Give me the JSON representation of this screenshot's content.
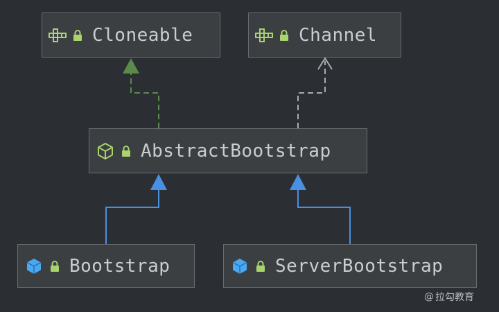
{
  "diagram": {
    "nodes": {
      "cloneable": {
        "label": "Cloneable",
        "kind": "interface",
        "icon": "interface-icon"
      },
      "channel": {
        "label": "Channel",
        "kind": "interface",
        "icon": "interface-icon"
      },
      "abstract_bootstrap": {
        "label": "AbstractBootstrap",
        "kind": "abstract-class",
        "icon": "abstract-class-icon"
      },
      "bootstrap": {
        "label": "Bootstrap",
        "kind": "class",
        "icon": "class-icon"
      },
      "server_bootstrap": {
        "label": "ServerBootstrap",
        "kind": "class",
        "icon": "class-icon"
      }
    },
    "edges": [
      {
        "from": "abstract_bootstrap",
        "to": "cloneable",
        "type": "implements"
      },
      {
        "from": "abstract_bootstrap",
        "to": "channel",
        "type": "implements"
      },
      {
        "from": "bootstrap",
        "to": "abstract_bootstrap",
        "type": "extends"
      },
      {
        "from": "server_bootstrap",
        "to": "abstract_bootstrap",
        "type": "extends"
      }
    ]
  },
  "colors": {
    "background": "#2b2f33",
    "node_fill": "#3c3f41",
    "node_border": "#6a6d70",
    "text": "#c9ccd1",
    "interface_icon": "#a9d36f",
    "lock_icon": "#a9d36f",
    "class_icon": "#4aa8f0",
    "extends_arrow": "#4a90e2",
    "implements_arrow_green": "#5b8a4b",
    "implements_arrow_gray": "#a9abad"
  },
  "watermark": {
    "symbol": "@",
    "text": "拉勾教育"
  }
}
